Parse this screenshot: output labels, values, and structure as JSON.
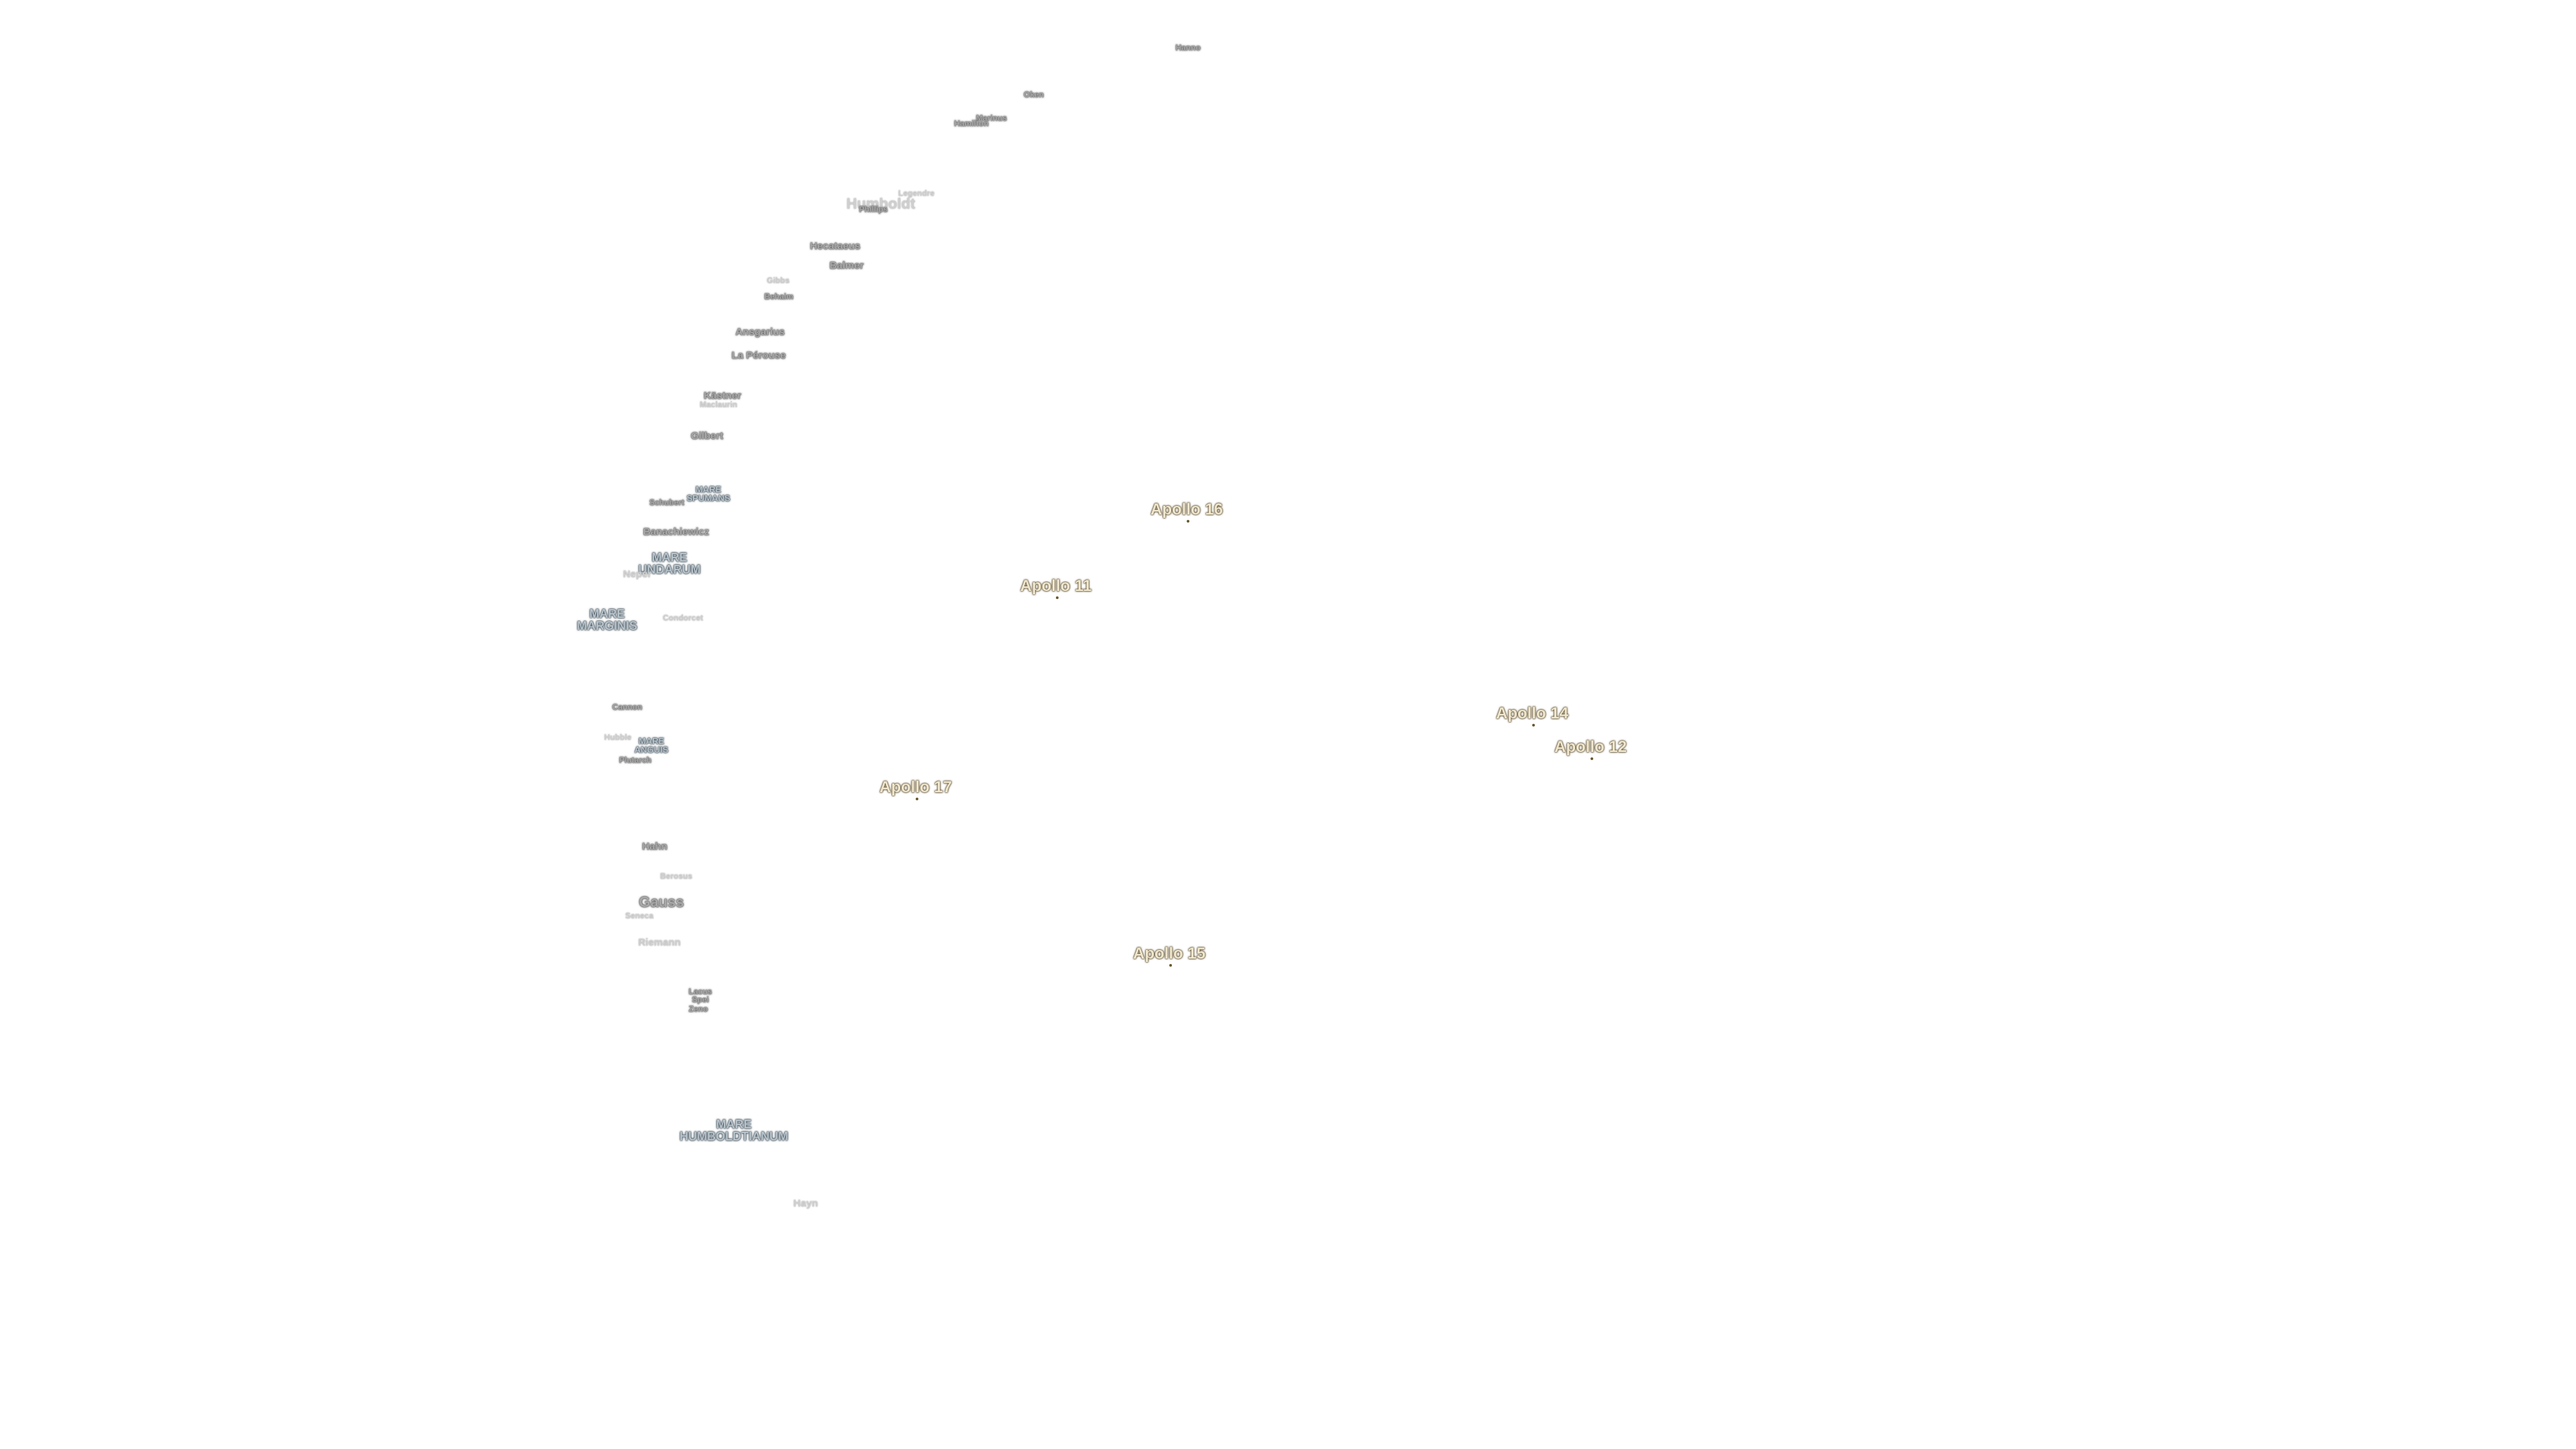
{
  "map": {
    "apollo_sites": [
      {
        "id": "apollo-16",
        "label": "Apollo 16"
      },
      {
        "id": "apollo-11",
        "label": "Apollo 11"
      },
      {
        "id": "apollo-14",
        "label": "Apollo 14"
      },
      {
        "id": "apollo-12",
        "label": "Apollo 12"
      },
      {
        "id": "apollo-17",
        "label": "Apollo 17"
      },
      {
        "id": "apollo-15",
        "label": "Apollo 15"
      }
    ],
    "maria": [
      {
        "id": "mare-spumans",
        "label": "MARE\nSPUMANS"
      },
      {
        "id": "mare-undarum",
        "label": "MARE\nUNDARUM"
      },
      {
        "id": "mare-marginis",
        "label": "MARE\nMARGINIS"
      },
      {
        "id": "mare-anguis",
        "label": "MARE\nANGUIS"
      },
      {
        "id": "mare-humboldtianum",
        "label": "MARE\nHUMBOLDTIANUM"
      }
    ],
    "craters": [
      {
        "id": "hanno",
        "label": "Hanno"
      },
      {
        "id": "oken",
        "label": "Oken"
      },
      {
        "id": "marinus",
        "label": "Marinus"
      },
      {
        "id": "hamilton",
        "label": "Hamilton"
      },
      {
        "id": "legendre",
        "label": "Legendre"
      },
      {
        "id": "humboldt",
        "label": "Humboldt"
      },
      {
        "id": "phillips",
        "label": "Phillips"
      },
      {
        "id": "hecataeus",
        "label": "Hecataeus"
      },
      {
        "id": "balmer",
        "label": "Balmer"
      },
      {
        "id": "gibbs",
        "label": "Gibbs"
      },
      {
        "id": "behaim",
        "label": "Behaim"
      },
      {
        "id": "ansgarius",
        "label": "Ansgarius"
      },
      {
        "id": "la-perouse",
        "label": "La Pérouse"
      },
      {
        "id": "kastner",
        "label": "Kästner"
      },
      {
        "id": "maclaurin",
        "label": "Maclaurin"
      },
      {
        "id": "gilbert",
        "label": "Gilbert"
      },
      {
        "id": "schubert",
        "label": "Schubert"
      },
      {
        "id": "banachiewicz",
        "label": "Banachiewicz"
      },
      {
        "id": "neper",
        "label": "Neper"
      },
      {
        "id": "condorcet",
        "label": "Condorcet"
      },
      {
        "id": "cannon",
        "label": "Cannon"
      },
      {
        "id": "hubble",
        "label": "Hubble"
      },
      {
        "id": "plutarch",
        "label": "Plutarch"
      },
      {
        "id": "hahn",
        "label": "Hahn"
      },
      {
        "id": "berosus",
        "label": "Berosus"
      },
      {
        "id": "gauss",
        "label": "Gauss"
      },
      {
        "id": "seneca",
        "label": "Seneca"
      },
      {
        "id": "riemann",
        "label": "Riemann"
      },
      {
        "id": "lacus-spei",
        "label": "Lacus\nSpei"
      },
      {
        "id": "zeno",
        "label": "Zeno"
      },
      {
        "id": "hayn",
        "label": "Hayn"
      }
    ]
  }
}
